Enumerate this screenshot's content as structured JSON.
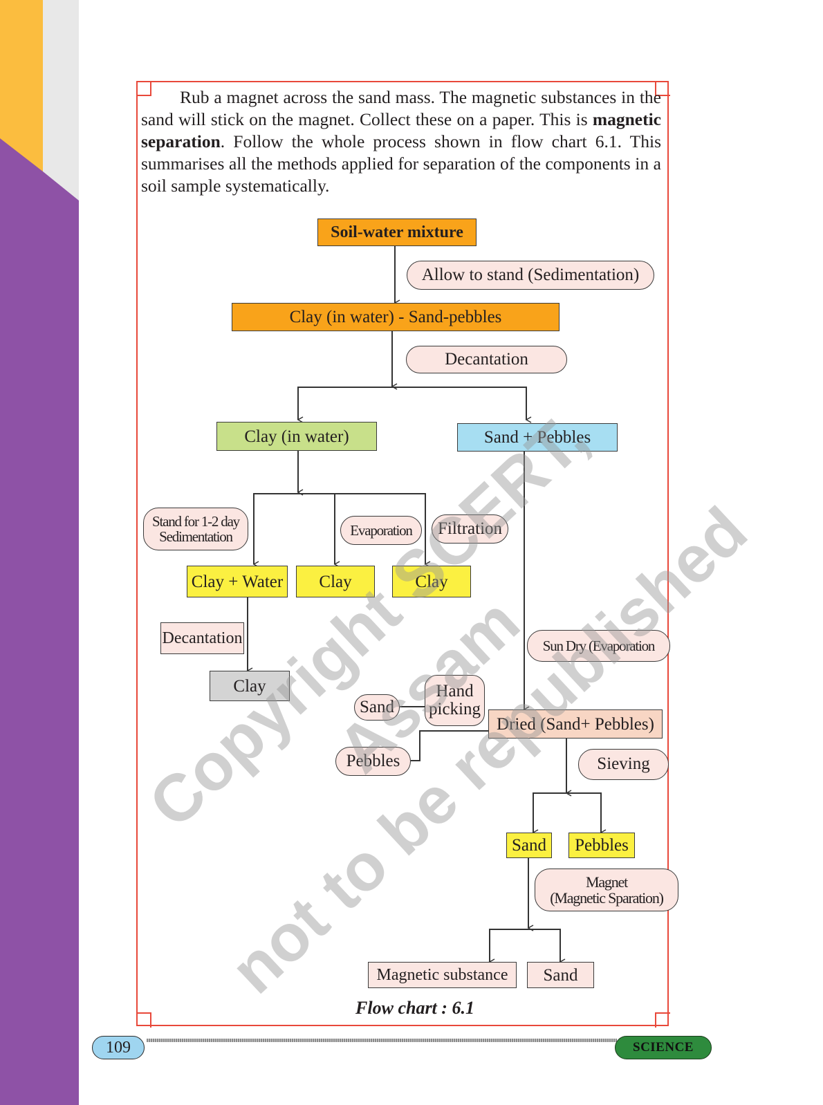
{
  "intro": {
    "before": "Rub a magnet across the sand mass. The magnetic substances in the sand will stick on the magnet. Collect these on a paper. This is ",
    "term": "magnetic separation",
    "after": ". Follow the whole process shown in flow chart 6.1. This summarises all the methods applied for separation of the components in a soil sample systematically."
  },
  "flow": {
    "soil_water_mixture": "Soil-water mixture",
    "allow_to_stand": "Allow to stand (Sedimentation)",
    "clay_sand_pebbles": "Clay (in water) - Sand-pebbles",
    "decantation_top": "Decantation",
    "clay_in_water": "Clay (in water)",
    "sand_pebbles": "Sand + Pebbles",
    "stand_line1": "Stand for 1-2 day",
    "stand_line2": "Sedimentation",
    "evaporation": "Evaporation",
    "filtration": "Filtration",
    "clay_water": "Clay + Water",
    "clay_1": "Clay",
    "clay_2": "Clay",
    "decantation_left": "Decantation",
    "clay_3": "Clay",
    "sun_dry": "Sun Dry (Evaporation",
    "hand_line1": "Hand",
    "hand_line2": "picking",
    "sand_pick": "Sand",
    "pebbles_pick": "Pebbles",
    "dried": "Dried (Sand+ Pebbles)",
    "sieving": "Sieving",
    "sand_sieve": "Sand",
    "pebbles_sieve": "Pebbles",
    "magnet_line1": "Magnet",
    "magnet_line2": "(Magnetic Sparation)",
    "magnetic_substance": "Magnetic substance",
    "sand_final": "Sand"
  },
  "caption": "Flow chart : 6.1",
  "watermark": {
    "line1": "Copyright SCERT, Assam",
    "line2": "not to be republished"
  },
  "footer": {
    "page_number": "109",
    "subject": "SCIENCE"
  },
  "colors": {
    "frame": "#e8483a",
    "orange": "#f9a31a",
    "green": "#c8e08a",
    "blue": "#a7def2",
    "yellow": "#fbf041",
    "sidebar_purple": "#8e52a6",
    "sidebar_yellow": "#fbbd3f"
  }
}
